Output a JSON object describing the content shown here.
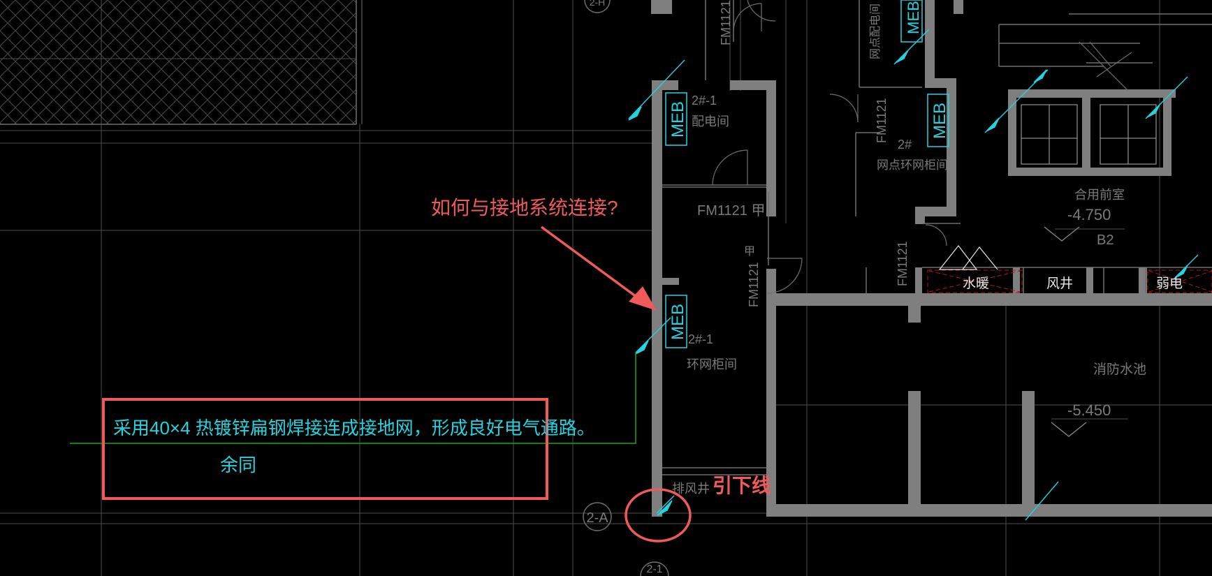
{
  "annotations": {
    "question": "如何与接地系统连接?",
    "note_line1": "采用40×4 热镀锌扁钢焊接连成接地网，形成良好电气通路。",
    "note_line2": "余同",
    "downlead": "引下线"
  },
  "axes": {
    "left_axis": "2-A",
    "bottom_axis": "2-1",
    "top_axis": "2-H"
  },
  "rooms": {
    "power_room_no": "2#-1",
    "power_room": "配电间",
    "ring_cabinet_no": "2#-1",
    "ring_cabinet": "环网柜间",
    "network_no": "2#",
    "network_ring": "网点环网柜间",
    "network_top": "网点配电间",
    "lobby": "合用前室",
    "lobby_level": "-4.750",
    "level_b2": "B2",
    "water_heating": "水暖",
    "air_shaft": "风井",
    "weak_current": "弱电",
    "fire_pool": "消防水池",
    "fire_pool_level": "-5.450",
    "exhaust_shaft": "排风井"
  },
  "tags": {
    "meb": "MEB",
    "door_fm1121": "FM1121",
    "door_fm1121_a": "FM1121 甲",
    "door_jia": "甲"
  },
  "colors": {
    "background": "#000000",
    "wall": "#7f7f7f",
    "cad_line": "#6f6f6f",
    "cyan": "#22d3e0",
    "green": "#1fa51f",
    "red_annotation": "#f05a5a"
  }
}
